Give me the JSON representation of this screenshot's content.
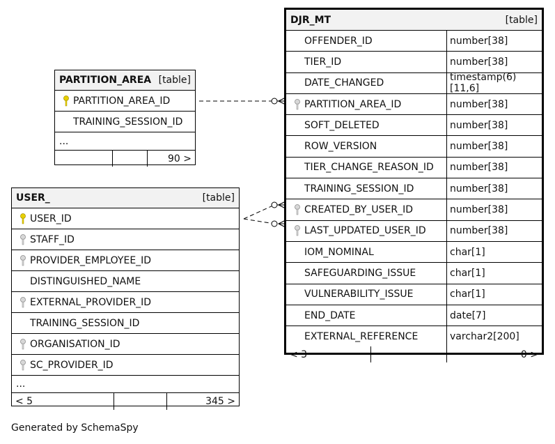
{
  "caption": "Generated by SchemaSpy",
  "tables": {
    "partition_area": {
      "name": "PARTITION_AREA",
      "kind": "[table]",
      "rows": [
        {
          "name": "PARTITION_AREA_ID",
          "key": "primary"
        },
        {
          "name": "TRAINING_SESSION_ID",
          "key": "none"
        }
      ],
      "ellipsis": "...",
      "footer": {
        "left": "",
        "right": "90 >"
      }
    },
    "user": {
      "name": "USER_",
      "kind": "[table]",
      "rows": [
        {
          "name": "USER_ID",
          "key": "primary"
        },
        {
          "name": "STAFF_ID",
          "key": "foreign"
        },
        {
          "name": "PROVIDER_EMPLOYEE_ID",
          "key": "foreign"
        },
        {
          "name": "DISTINGUISHED_NAME",
          "key": "none"
        },
        {
          "name": "EXTERNAL_PROVIDER_ID",
          "key": "foreign"
        },
        {
          "name": "TRAINING_SESSION_ID",
          "key": "none"
        },
        {
          "name": "ORGANISATION_ID",
          "key": "foreign"
        },
        {
          "name": "SC_PROVIDER_ID",
          "key": "foreign"
        }
      ],
      "ellipsis": "...",
      "footer": {
        "left": "< 5",
        "right": "345 >"
      }
    },
    "djr_mt": {
      "name": "DJR_MT",
      "kind": "[table]",
      "rows": [
        {
          "name": "OFFENDER_ID",
          "type": "number[38]",
          "key": "none"
        },
        {
          "name": "TIER_ID",
          "type": "number[38]",
          "key": "none"
        },
        {
          "name": "DATE_CHANGED",
          "type": "timestamp(6)[11,6]",
          "key": "none"
        },
        {
          "name": "PARTITION_AREA_ID",
          "type": "number[38]",
          "key": "foreign"
        },
        {
          "name": "SOFT_DELETED",
          "type": "number[38]",
          "key": "none"
        },
        {
          "name": "ROW_VERSION",
          "type": "number[38]",
          "key": "none"
        },
        {
          "name": "TIER_CHANGE_REASON_ID",
          "type": "number[38]",
          "key": "none"
        },
        {
          "name": "TRAINING_SESSION_ID",
          "type": "number[38]",
          "key": "none"
        },
        {
          "name": "CREATED_BY_USER_ID",
          "type": "number[38]",
          "key": "foreign"
        },
        {
          "name": "LAST_UPDATED_USER_ID",
          "type": "number[38]",
          "key": "foreign"
        },
        {
          "name": "IOM_NOMINAL",
          "type": "char[1]",
          "key": "none"
        },
        {
          "name": "SAFEGUARDING_ISSUE",
          "type": "char[1]",
          "key": "none"
        },
        {
          "name": "VULNERABILITY_ISSUE",
          "type": "char[1]",
          "key": "none"
        },
        {
          "name": "END_DATE",
          "type": "date[7]",
          "key": "none"
        },
        {
          "name": "EXTERNAL_REFERENCE",
          "type": "varchar2[200]",
          "key": "none"
        }
      ],
      "footer": {
        "left": "< 3",
        "right": "0 >"
      }
    }
  },
  "colors": {
    "primary_key": "#e8d000",
    "foreign_key": "#9a9a9a",
    "header_bg": "#f2f2f2"
  }
}
